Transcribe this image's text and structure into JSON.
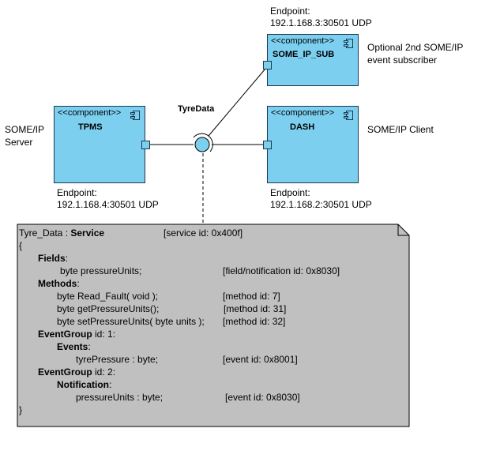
{
  "components": {
    "tpms": {
      "stereotype": "<<component>>",
      "name": "TPMS"
    },
    "dash": {
      "stereotype": "<<component>>",
      "name": "DASH"
    },
    "sub": {
      "stereotype": "<<component>>",
      "name": "SOME_IP_SUB"
    }
  },
  "labels": {
    "server_line1": "SOME/IP",
    "server_line2": "Server",
    "client": "SOME/IP Client",
    "optional_line1": "Optional 2nd SOME/IP",
    "optional_line2": "event subscriber",
    "interface": "TyreData",
    "ep_sub_title": "Endpoint:",
    "ep_sub_addr": "192.1.168.3:30501 UDP",
    "ep_tpms_title": "Endpoint:",
    "ep_tpms_addr": "192.1.168.4:30501 UDP",
    "ep_dash_title": "Endpoint:",
    "ep_dash_addr": "192.1.168.2:30501 UDP"
  },
  "service": {
    "title_plain": "Tyre_Data : ",
    "title_bold": "Service",
    "service_id": "[service id: 0x400f]",
    "open_brace": "{",
    "close_brace": "}",
    "fields_label": "Fields",
    "fields_colon": ":",
    "field1": "byte pressureUnits;",
    "field1_id": "[field/notification id: 0x8030]",
    "methods_label": "Methods",
    "methods_colon": ":",
    "method1": "byte Read_Fault( void );",
    "method1_id": "[method id: 7]",
    "method2": "byte getPressureUnits();",
    "method2_id": "[method id: 31]",
    "method3": "byte setPressureUnits( byte units );",
    "method3_id": "[method id: 32]",
    "eg1_label": "EventGroup",
    "eg1_rest": " id: 1:",
    "events_label": "Events",
    "events_colon": ":",
    "event1": "tyrePressure : byte;",
    "event1_id": "[event id: 0x8001]",
    "eg2_label": "EventGroup",
    "eg2_rest": " id: 2:",
    "notification_label": "Notification",
    "notification_colon": ":",
    "notif1": "pressureUnits : byte;",
    "notif1_id": "[event id: 0x8030]"
  }
}
